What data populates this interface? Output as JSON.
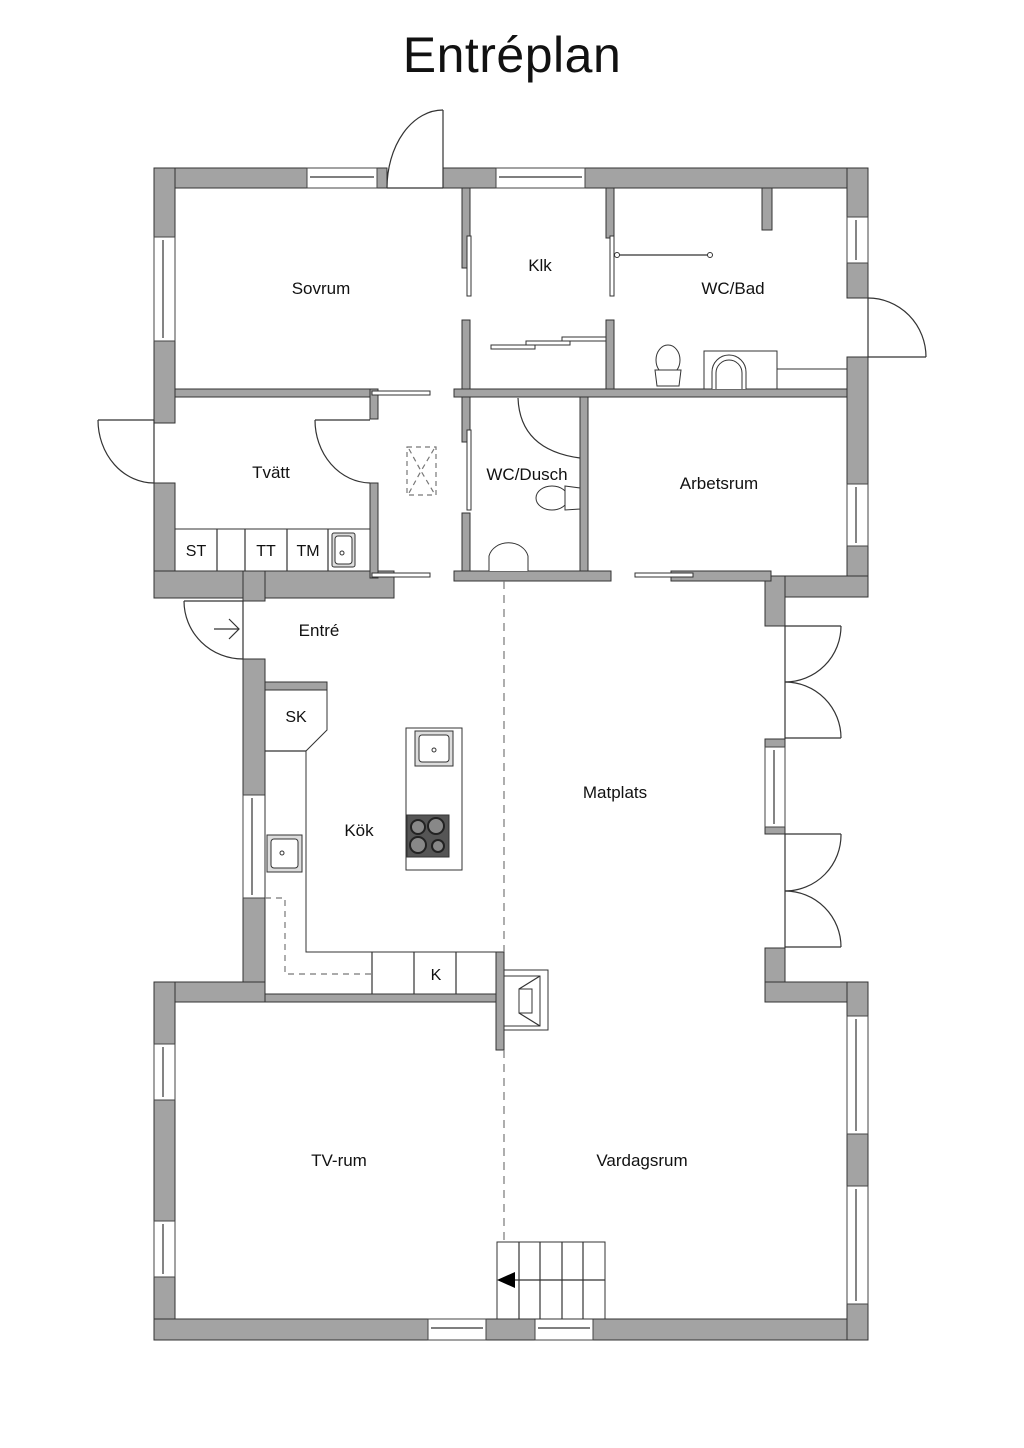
{
  "title": "Entréplan",
  "rooms": {
    "sovrum": "Sovrum",
    "klk": "Klk",
    "wc_bad": "WC/Bad",
    "tvatt": "Tvätt",
    "wc_dusch": "WC/Dusch",
    "arbetsrum": "Arbetsrum",
    "entre": "Entré",
    "kok": "Kök",
    "matplats": "Matplats",
    "tv_rum": "TV-rum",
    "vardagsrum": "Vardagsrum"
  },
  "fixtures": {
    "laundry": [
      "ST",
      "",
      "TT",
      "TM"
    ],
    "kitchen_pantry": "SK",
    "kitchen_fridge": "K"
  },
  "icons": {
    "entry_arrow": "arrow-right-icon",
    "stair_arrow": "arrow-left-icon",
    "stove": "cooktop-icon",
    "sink": "sink-icon",
    "toilet": "toilet-icon",
    "fireplace": "fireplace-icon"
  },
  "colors": {
    "wall": "#a3a3a3",
    "outline": "#333333",
    "background": "#ffffff"
  }
}
